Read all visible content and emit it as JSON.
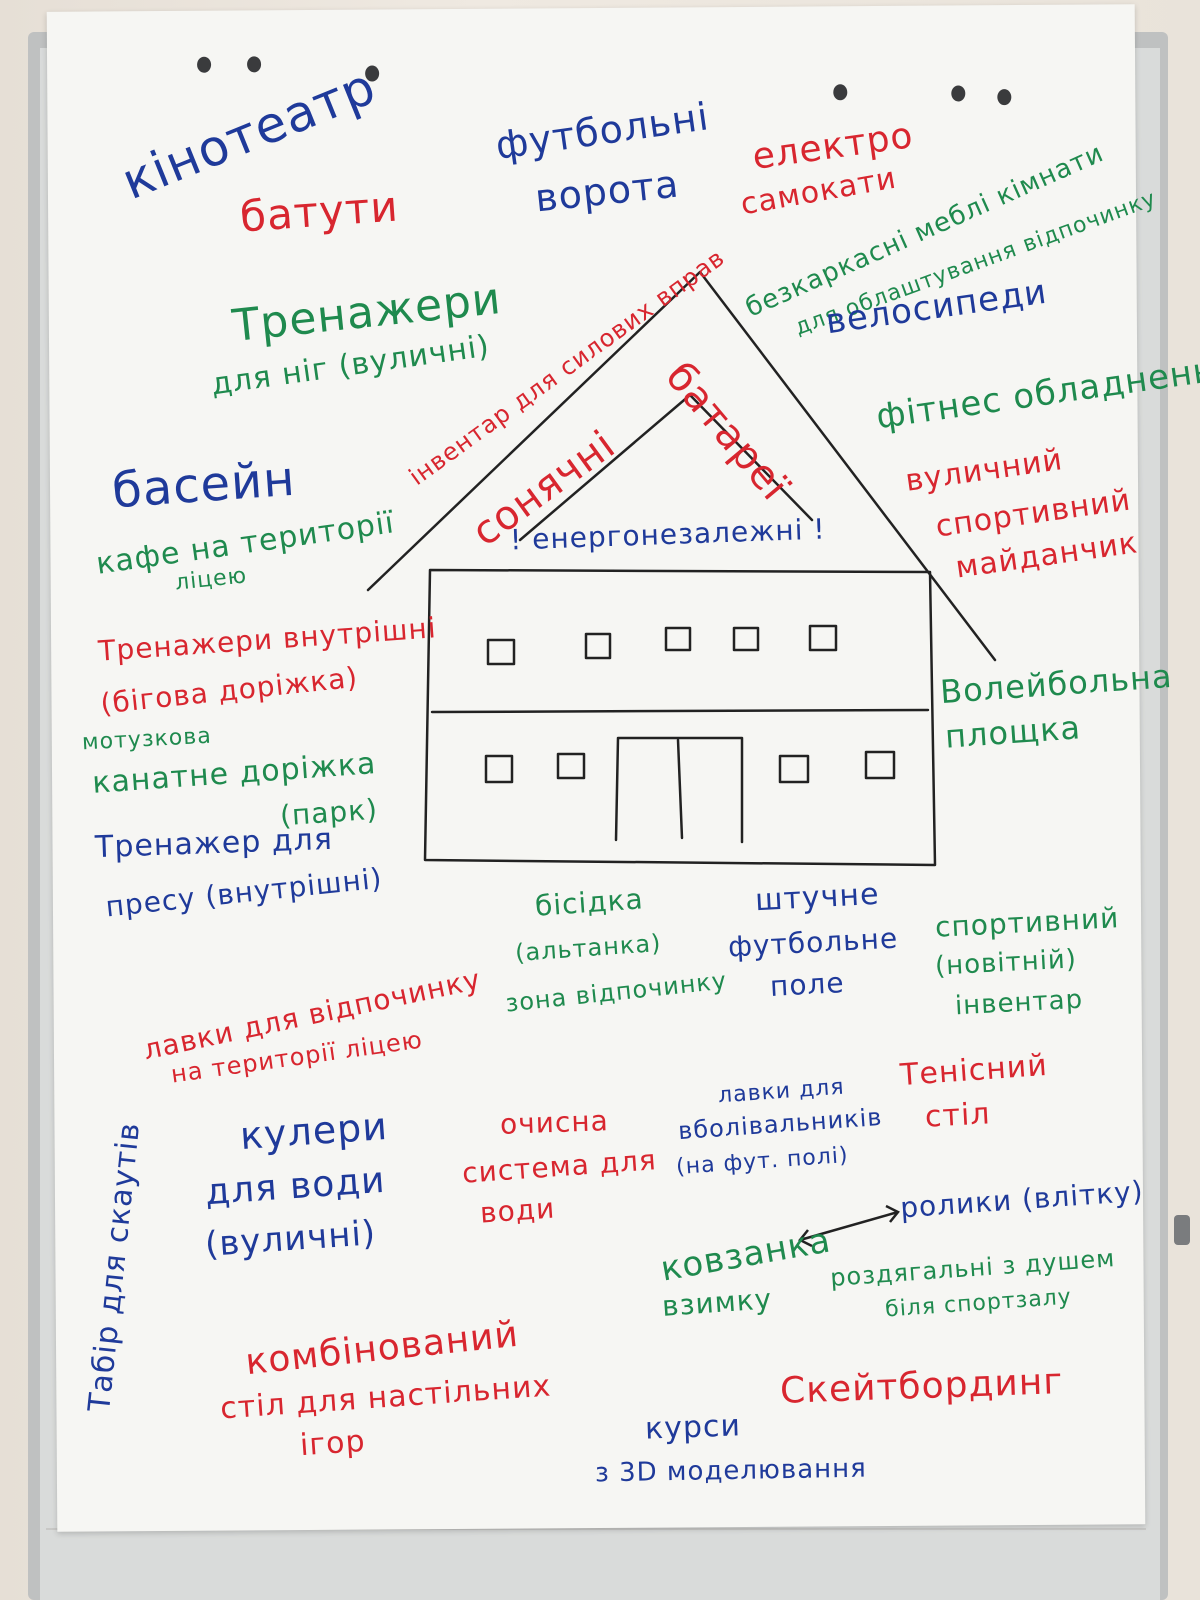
{
  "colors": {
    "blue": "#1f3a9a",
    "red": "#d8262f",
    "green": "#1f8a4e",
    "ink": "#222222",
    "paper": "#f6f6f3"
  },
  "notes": {
    "kinoteatr": "кінотеатр",
    "batuty": "батути",
    "futbolni_vorota_1": "футбольні",
    "futbolni_vorota_2": "ворота",
    "elektro_1": "електро",
    "elektro_2": "самокати",
    "bezkarkasni_1": "безкаркасні меблі кімнати",
    "bezkarkasni_2": "для облаштування відпочинку",
    "trenazhery_nih_1": "Тренажери",
    "trenazhery_nih_2": "для ніг (вуличні)",
    "inventar": "інвентар для силових вправ",
    "velosypedy": "велосипеди",
    "fitnes": "фітнес обладнення",
    "soniachni": "сонячні",
    "batarei": "батареї",
    "enerhonezalezhni": "! енергонезалежні !",
    "basein": "басейн",
    "kafe_1": "кафе на території",
    "kafe_2": "ліцею",
    "vulychnyi_1": "вуличний",
    "vulychnyi_2": "спортивний",
    "vulychnyi_3": "майданчик",
    "trenazhery_vn_1": "Тренажери внутрішні",
    "trenazhery_vn_2": "(бігова доріжка)",
    "motuzkova": "мотузкова",
    "kanatne_1": "канатне доріжка",
    "kanatne_2": "(парк)",
    "voleibolna_1": "Волейбольна",
    "voleibolna_2": "площка",
    "presu_1": "Тренажер для",
    "presu_2": "пресу (внутрішні)",
    "bisedka_1": "бісідка",
    "bisedka_2": "(альтанка)",
    "bisedka_3": "зона відпочинку",
    "shtuchne_1": "штучне",
    "shtuchne_2": "футбольне",
    "shtuchne_3": "поле",
    "sportyvnyi_1": "спортивний",
    "sportyvnyi_2": "(новітній)",
    "sportyvnyi_3": "інвентар",
    "lavky_1": "лавки для відпочинку",
    "lavky_2": "на території ліцею",
    "tenisnyi_1": "Тенісний",
    "tenisnyi_2": "стіл",
    "lavky_vb_1": "лавки для",
    "lavky_vb_2": "вболівальників",
    "lavky_vb_3": "(на фут. полі)",
    "tabir": "Табір для скаутів",
    "kulery_1": "кулери",
    "kulery_2": "для води",
    "kulery_3": "(вуличні)",
    "ochysna_1": "очисна",
    "ochysna_2": "система для",
    "ochysna_3": "води",
    "rolyky": "ролики (влітку)",
    "kovzanka_1": "ковзанка",
    "kovzanka_2": "взимку",
    "rozdiahalni_1": "роздягальні з душем",
    "rozdiahalni_2": "біля спортзалу",
    "kombinovanyi_1": "комбінований",
    "kombinovanyi_2": "стіл для настільних",
    "kombinovanyi_3": "ігор",
    "skeitbordynh": "Скейтбординг",
    "kursy_1": "курси",
    "kursy_2": "з 3D моделювання"
  }
}
